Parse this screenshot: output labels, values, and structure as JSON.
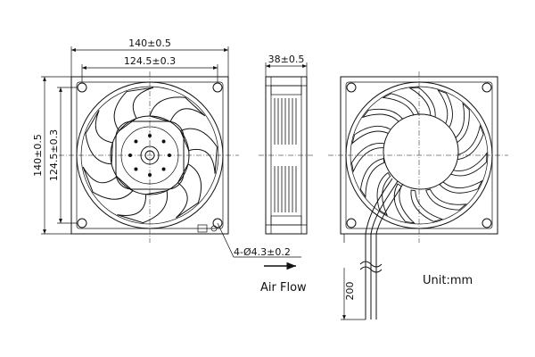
{
  "dimensions": {
    "overall_width": "140±0.5",
    "hole_spacing_width": "124.5±0.3",
    "overall_height": "140±0.5",
    "hole_spacing_height": "124.5±0.3",
    "depth": "38±0.5",
    "mounting_holes": "4-Ø4.3±0.2",
    "lead_length": "200"
  },
  "labels": {
    "air_flow": "Air Flow",
    "unit": "Unit:mm"
  }
}
